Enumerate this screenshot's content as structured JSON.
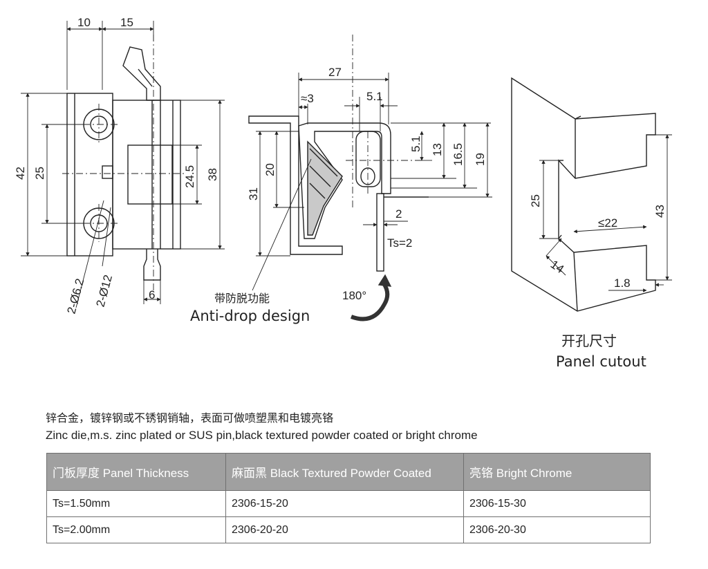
{
  "front_view": {
    "dims": [
      "10",
      "15",
      "42",
      "25",
      "24.5",
      "38",
      "2-Ø6.2",
      "2-Ø12",
      "6"
    ]
  },
  "side_view": {
    "dims": [
      "27",
      "≈3",
      "5.1",
      "5.1",
      "13",
      "16.5",
      "19",
      "31",
      "20",
      "2",
      "Ts=2"
    ],
    "anti_drop_cn": "带防脱功能",
    "anti_drop_en": "Anti-drop design",
    "rotation_label": "180°"
  },
  "cutout_view": {
    "dims": [
      "25",
      "≤22",
      "43",
      "14",
      "1.8"
    ],
    "caption_cn": "开孔尺寸",
    "caption_en": "Panel cutout"
  },
  "material": {
    "cn": "锌合金，镀锌钢或不锈钢销轴，表面可做喷塑黑和电镀亮铬",
    "en": "Zinc die,m.s. zinc plated or SUS pin,black textured powder coated or bright chrome"
  },
  "table": {
    "headers": [
      "门板厚度 Panel Thickness",
      "麻面黑 Black Textured  Powder Coated",
      "亮铬  Bright Chrome"
    ],
    "rows": [
      [
        "Ts=1.50mm",
        "2306-15-20",
        "2306-15-30"
      ],
      [
        "Ts=2.00mm",
        "2306-20-20",
        "2306-20-30"
      ]
    ]
  },
  "colors": {
    "line": "#222222",
    "header_bg": "#a0a0a0",
    "hatch": "#9a9a9a"
  }
}
